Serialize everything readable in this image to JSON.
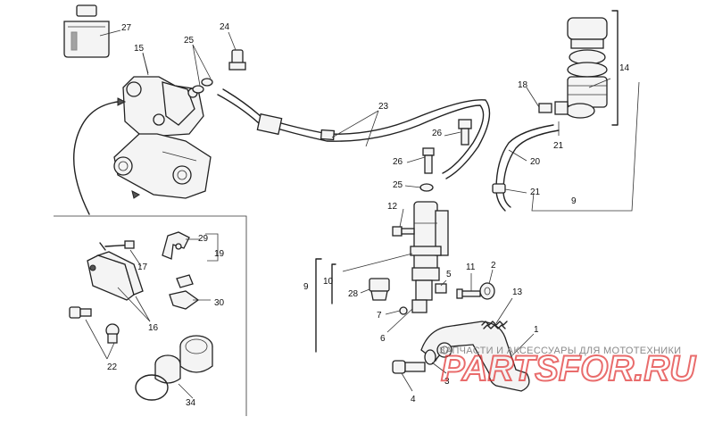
{
  "labels": {
    "l1": "1",
    "l2": "2",
    "l3": "3",
    "l4": "4",
    "l5": "5",
    "l7": "7",
    "l9a": "9",
    "l9b": "9",
    "l10": "10",
    "l11": "11",
    "l12": "12",
    "l13": "13",
    "l14": "14",
    "l15": "15",
    "l16": "16",
    "l17": "17",
    "l18": "18",
    "l19": "19",
    "l20": "20",
    "l21a": "21",
    "l21b": "21",
    "l22": "22",
    "l23": "23",
    "l24": "24",
    "l25a": "25",
    "l25b": "25",
    "l26a": "26",
    "l26b": "26",
    "l27": "27",
    "l28": "28",
    "l29": "29",
    "l30": "30",
    "l34": "34",
    "l6": "6"
  },
  "watermark": {
    "line1": "ЗАПЧАСТИ И АКСЕССУАРЫ ДЛЯ МОТОТЕХНИКИ",
    "line2": "PARTSFOR.RU",
    "color": "#e23b3b"
  }
}
